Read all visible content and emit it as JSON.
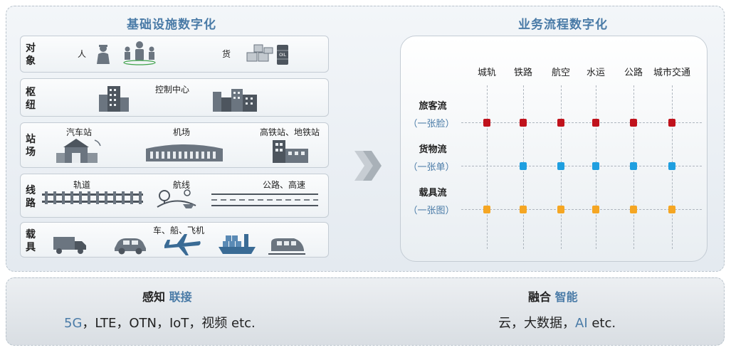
{
  "infra": {
    "title": "基础设施数字化",
    "rows": [
      {
        "label": "对象",
        "items": [
          "人",
          "货"
        ]
      },
      {
        "label": "枢纽",
        "items": [
          "控制中心"
        ]
      },
      {
        "label": "站场",
        "items": [
          "汽车站",
          "机场",
          "高铁站、地铁站"
        ]
      },
      {
        "label": "线路",
        "items": [
          "轨道",
          "航线",
          "公路、高速"
        ]
      },
      {
        "label": "载具",
        "items": [
          "车、船、飞机"
        ]
      }
    ]
  },
  "business": {
    "title": "业务流程数字化",
    "columns": [
      "城轨",
      "铁路",
      "航空",
      "水运",
      "公路",
      "城市交通"
    ],
    "flows": [
      {
        "name": "旅客流",
        "sub": "（一张脸）",
        "color": "#c0121c",
        "present": [
          true,
          true,
          true,
          true,
          true,
          true
        ]
      },
      {
        "name": "货物流",
        "sub": "（一张单）",
        "color": "#1f9fe0",
        "present": [
          false,
          true,
          true,
          true,
          true,
          true
        ]
      },
      {
        "name": "载具流",
        "sub": "（一张图）",
        "color": "#f5a623",
        "present": [
          true,
          true,
          true,
          true,
          true,
          true
        ]
      }
    ]
  },
  "bottom": {
    "left_head_a": "感知",
    "left_head_b": "联接",
    "left_tech_a": "5G",
    "left_tech_b": "，LTE，OTN，IoT，视频 etc.",
    "right_head_a": "融合",
    "right_head_b": "智能",
    "right_tech_a": "云，大数据，",
    "right_tech_b": "AI",
    "right_tech_c": " etc."
  },
  "colors": {
    "accent_blue": "#4a7ba7",
    "icon_gray": "#6b7580",
    "passenger_red": "#c0121c",
    "cargo_blue": "#1f9fe0",
    "vehicle_orange": "#f5a623"
  }
}
